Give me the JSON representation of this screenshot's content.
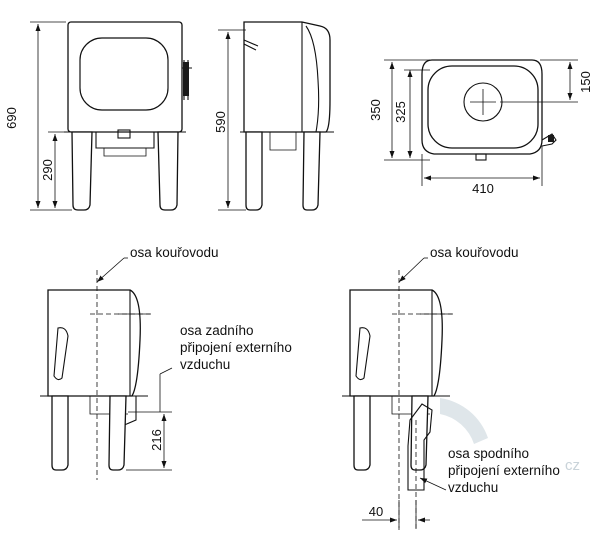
{
  "dimensions": {
    "total_height": "690",
    "leg_height": "290",
    "side_height": "590",
    "depth_total": "350",
    "depth_flue": "325",
    "flue_offset": "150",
    "width": "410",
    "rear_air_height": "216",
    "bottom_air_offset": "40"
  },
  "labels": {
    "flue_axis_left": "osa kouřovodu",
    "flue_axis_right": "osa kouřovodu",
    "rear_air_line1": "osa zadního",
    "rear_air_line2": "připojení externího",
    "rear_air_line3": "vzduchu",
    "bottom_air_line1": "osa spodního",
    "bottom_air_line2": "připojení externího",
    "bottom_air_line3": "vzduchu"
  },
  "watermark": {
    "text": "cz"
  }
}
